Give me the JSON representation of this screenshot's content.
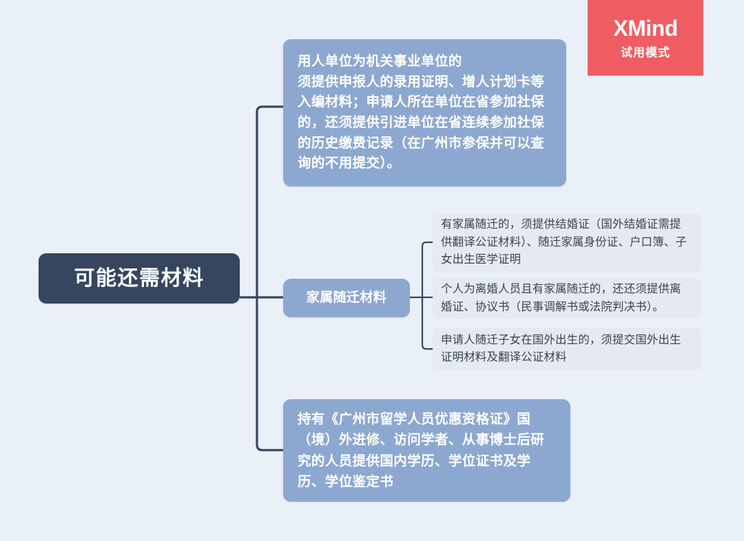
{
  "app": {
    "watermark_logo": "XMind",
    "watermark_mode": "试用模式",
    "watermark_color": "#ef5d62"
  },
  "theme": {
    "background": "#eaf0f8",
    "root_fill": "#35465e",
    "branch_fill": "#8da8d0",
    "leaf_fill": "#e5eaf1",
    "connector_color": "#35465e",
    "leaf_text_color": "#3a4454"
  },
  "mindmap": {
    "root": {
      "label": "可能还需材料"
    },
    "branches": [
      {
        "label": "用人单位为机关事业单位的\n须提供申报人的录用证明、增人计划卡等入编材料；申请人所在单位在省参加社保的，还须提供引进单位在省连续参加社保的历史缴费记录（在广州市参保并可以查询的不用提交）。",
        "children": []
      },
      {
        "label": "家属随迁材料",
        "children": [
          {
            "label": "有家属随迁的，须提供结婚证（国外结婚证需提供翻译公证材料）、随迁家属身份证、户口簿、子女出生医学证明"
          },
          {
            "label": "个人为离婚人员且有家属随迁的，还还须提供离婚证、协议书（民事调解书或法院判决书）。"
          },
          {
            "label": "申请人随迁子女在国外出生的，须提交国外出生证明材料及翻译公证材料"
          }
        ]
      },
      {
        "label": "持有《广州市留学人员优惠资格证》国（境）外进修、访问学者、从事博士后研究的人员提供国内学历、学位证书及学历、学位鉴定书",
        "children": []
      }
    ]
  }
}
